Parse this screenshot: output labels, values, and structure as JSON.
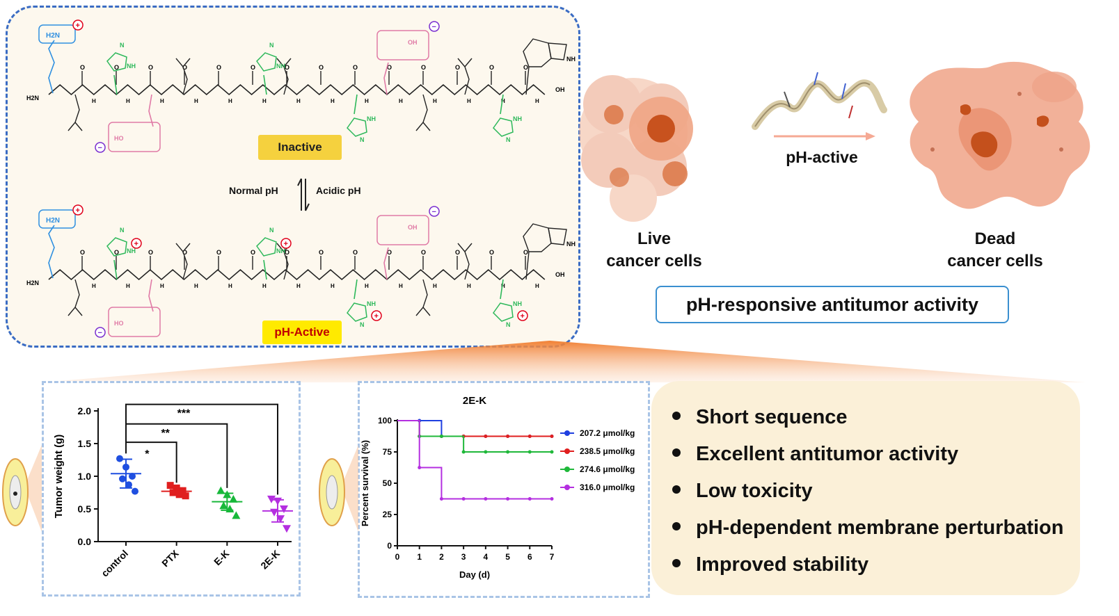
{
  "peptide": {
    "inactive_label": "Inactive",
    "active_label": "pH-Active",
    "normal_ph": "Normal pH",
    "acidic_ph": "Acidic pH",
    "amine_label": "H2N",
    "n_terminus": "H2N",
    "cooh": "OH",
    "acid_ho": "HO",
    "acid_oh": "OH",
    "imidazole_nh": "NH",
    "imidazole_n": "N",
    "charge_plus": "+",
    "charge_minus": "−"
  },
  "cells": {
    "live_label_1": "Live",
    "live_label_2": "cancer cells",
    "dead_label_1": "Dead",
    "dead_label_2": "cancer cells",
    "arrow_label": "pH-active",
    "summary_title": "pH-responsive antitumor activity"
  },
  "features": [
    "Short sequence",
    "Excellent antitumor activity",
    "Low toxicity",
    "pH-dependent membrane perturbation",
    "Improved stability"
  ],
  "colors": {
    "lys_blue": "#2e8fe0",
    "his_green": "#2db85a",
    "glu_pink": "#e07aa6",
    "panel_border": "#3a6cc4",
    "plus_red": "#e0001a",
    "minus_purple": "#7a2fd0"
  },
  "chart_data": [
    {
      "type": "scatter",
      "ylabel": "Tumor weight (g)",
      "xlabel": "",
      "ylim": [
        0.0,
        2.0
      ],
      "yticks": [
        "0.0",
        "0.5",
        "1.0",
        "1.5",
        "2.0"
      ],
      "categories": [
        "control",
        "PTX",
        "E-K",
        "2E-K"
      ],
      "series": [
        {
          "name": "control",
          "color": "#1f4fe0",
          "marker": "circle",
          "values": [
            1.27,
            1.14,
            1.0,
            0.96,
            0.87,
            0.77
          ],
          "mean": 1.04,
          "sd": 0.22
        },
        {
          "name": "PTX",
          "color": "#e01f1f",
          "marker": "square",
          "values": [
            0.86,
            0.82,
            0.78,
            0.75,
            0.72,
            0.7
          ],
          "mean": 0.77,
          "sd": 0.05
        },
        {
          "name": "E-K",
          "color": "#17b83a",
          "marker": "triangle",
          "values": [
            0.78,
            0.72,
            0.65,
            0.55,
            0.5,
            0.4
          ],
          "mean": 0.61,
          "sd": 0.13
        },
        {
          "name": "2E-K",
          "color": "#b42fe0",
          "marker": "triangle-down",
          "values": [
            0.65,
            0.62,
            0.5,
            0.45,
            0.35,
            0.2
          ],
          "mean": 0.47,
          "sd": 0.17
        }
      ],
      "significance": [
        {
          "from": "control",
          "to": "PTX",
          "label": "*"
        },
        {
          "from": "control",
          "to": "E-K",
          "label": "**"
        },
        {
          "from": "control",
          "to": "2E-K",
          "label": "***"
        }
      ]
    },
    {
      "type": "line",
      "title": "2E-K",
      "xlabel": "Day (d)",
      "ylabel": "Percent survival (%)",
      "xlim": [
        0,
        7
      ],
      "ylim": [
        0,
        100
      ],
      "xticks": [
        "0",
        "1",
        "2",
        "3",
        "4",
        "5",
        "6",
        "7"
      ],
      "yticks": [
        "0",
        "25",
        "50",
        "75",
        "100"
      ],
      "series": [
        {
          "name": "207.2 μmol/kg",
          "color": "#1f3fe0",
          "steps": [
            [
              0,
              100
            ],
            [
              2,
              87.5
            ],
            [
              7,
              87.5
            ]
          ]
        },
        {
          "name": "238.5 μmol/kg",
          "color": "#e01f1f",
          "steps": [
            [
              0,
              100
            ],
            [
              1,
              87.5
            ],
            [
              7,
              87.5
            ]
          ]
        },
        {
          "name": "274.6 μmol/kg",
          "color": "#1fb83a",
          "steps": [
            [
              0,
              100
            ],
            [
              1,
              87.5
            ],
            [
              3,
              75
            ],
            [
              7,
              75
            ]
          ]
        },
        {
          "name": "316.0 μmol/kg",
          "color": "#b42fe0",
          "steps": [
            [
              0,
              100
            ],
            [
              1,
              62.5
            ],
            [
              2,
              37.5
            ],
            [
              7,
              37.5
            ]
          ]
        }
      ]
    }
  ]
}
